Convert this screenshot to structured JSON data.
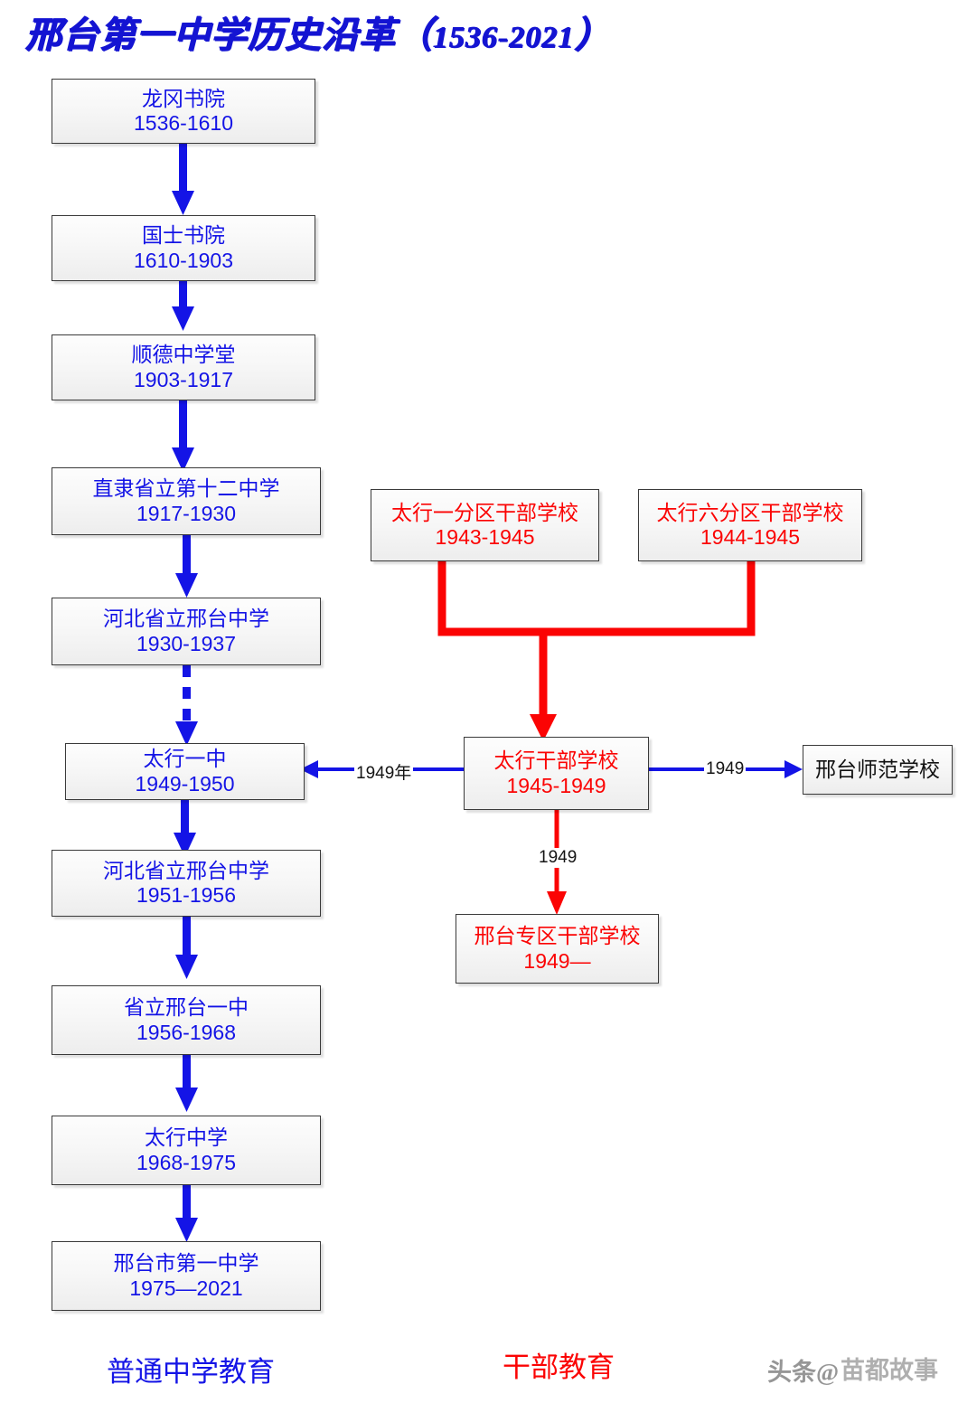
{
  "title": {
    "text": "邢台第一中学历史沿革（",
    "years": "1536-2021",
    "close": "）"
  },
  "colors": {
    "blue_text": "#1414e6",
    "red_text": "#fb0404",
    "blue_arrow": "#1414e6",
    "red_arrow": "#fb0404",
    "box_border": "#3a3a3a",
    "label_text": "#151515"
  },
  "main_chain": [
    {
      "name": "龙冈书院",
      "years": "1536-1610"
    },
    {
      "name": "国士书院",
      "years": "1610-1903"
    },
    {
      "name": "顺德中学堂",
      "years": "1903-1917"
    },
    {
      "name": "直隶省立第十二中学",
      "years": "1917-1930"
    },
    {
      "name": "河北省立邢台中学",
      "years": "1930-1937"
    },
    {
      "name": "太行一中",
      "years": "1949-1950"
    },
    {
      "name": "河北省立邢台中学",
      "years": "1951-1956"
    },
    {
      "name": "省立邢台一中",
      "years": "1956-1968"
    },
    {
      "name": "太行中学",
      "years": "1968-1975"
    },
    {
      "name": "邢台市第一中学",
      "years": "1975—2021"
    }
  ],
  "cadre_branch": {
    "sources": [
      {
        "name": "太行一分区干部学校",
        "years": "1943-1945"
      },
      {
        "name": "太行六分区干部学校",
        "years": "1944-1945"
      }
    ],
    "hub": {
      "name": "太行干部学校",
      "years": "1945-1949"
    },
    "to_normal_school": {
      "name": "邢台师范学校",
      "years": ""
    },
    "to_prefecture": {
      "name": "邢台专区干部学校",
      "years": "1949—"
    }
  },
  "edge_labels": {
    "hub_to_taihang_yizhong": "1949年",
    "hub_to_normal_school": "1949",
    "hub_to_prefecture": "1949"
  },
  "legend": {
    "general_education": "普通中学教育",
    "cadre_education": "干部教育"
  },
  "watermark": {
    "line1": "头条@",
    "line2": "苗都故事"
  }
}
